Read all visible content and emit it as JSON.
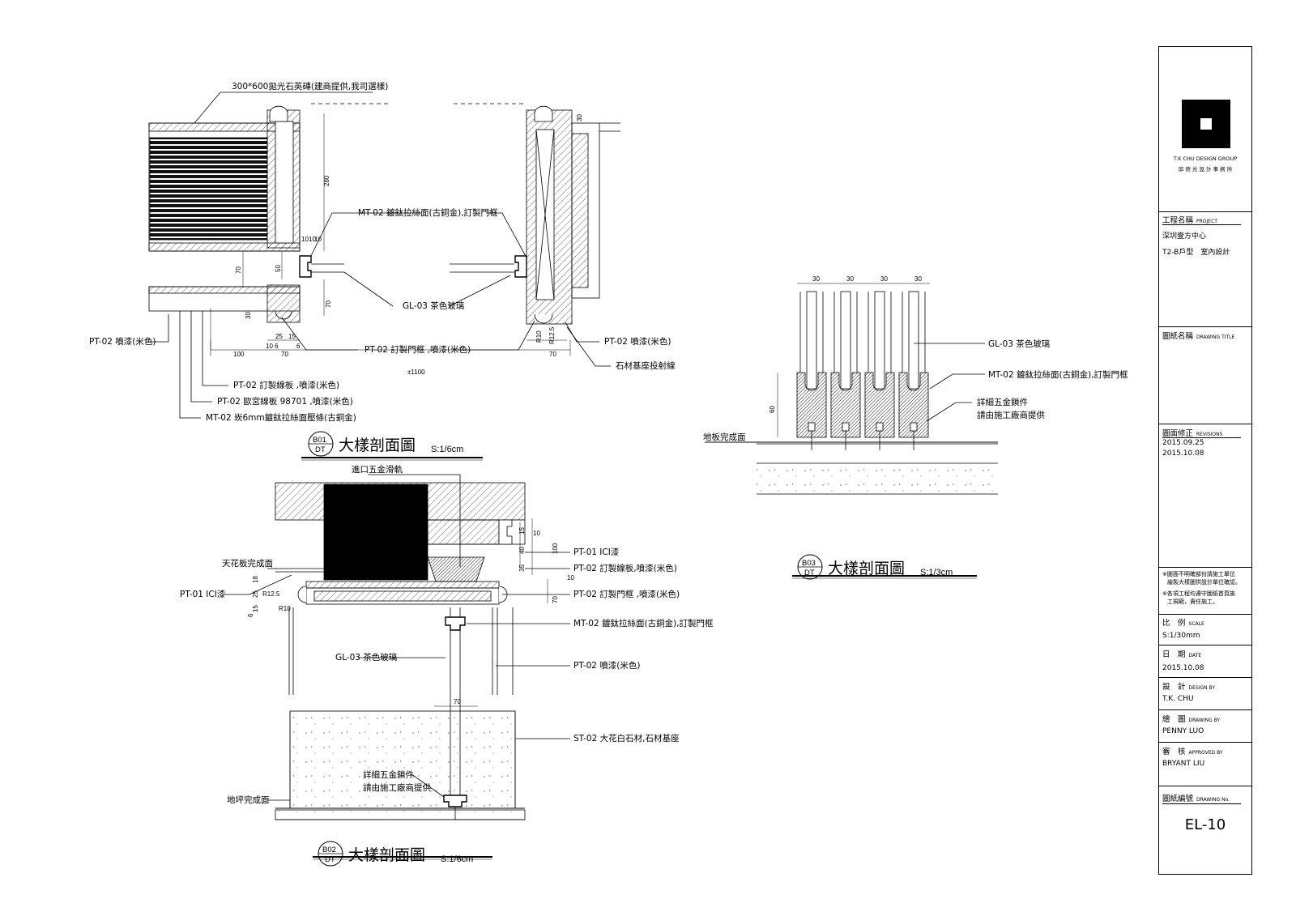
{
  "detail_b01": {
    "tile_note": "300*600拋光石英磚(建商提供,我司選樣)",
    "frame_note": "MT-02 鍍鈦拉絲面(古銅金),訂製門框",
    "glass_note": "GL-03 茶色玻璃",
    "pt02_left": "PT-02 噴漆(米色)",
    "pt02_right": "PT-02 噴漆(米色)",
    "door_frame": "PT-02 訂製門框 ,噴漆(米色)",
    "stone_line": "石材基座投射線",
    "trim1": "PT-02 訂製線板 ,噴漆(米色)",
    "trim2": "PT-02 歐宮線板 98701 ,噴漆(米色)",
    "trim3": "MT-02 崁6mm鍍鈦拉絲面壓條(古銅金)",
    "dims": {
      "d280": "280",
      "d30a": "30",
      "d10": "10",
      "d10b": "10",
      "d10c": "10",
      "d70a": "70",
      "d50": "50",
      "d70b": "70",
      "d30b": "30",
      "d25": "25",
      "d15": "15",
      "d6": "6",
      "d106": "10 6",
      "d70c": "70",
      "d100": "100",
      "d6b": "6",
      "dR10": "R10",
      "dR125": "R12.5",
      "d70d": "70",
      "d1100": "±1100"
    },
    "badge_top": "B01",
    "badge_bot": "DT",
    "title": "大樣剖面圖",
    "scale": "S:1/6cm"
  },
  "detail_b02": {
    "rail_note": "進口五金滑軌",
    "ceiling": "天花板完成面",
    "pt01_left": "PT-01 ICI漆",
    "pt01_right": "PT-01 ICI漆",
    "trim": "PT-02 訂製線板,噴漆(米色)",
    "door_frame": "PT-02 訂製門框 ,噴漆(米色)",
    "frame": "MT-02 鍍鈦拉絲面(古銅金),訂製門框",
    "glass": "GL-03 茶色玻璃",
    "paint": "PT-02 噴漆(米色)",
    "stone": "ST-02 大花白石材,石材基座",
    "hw1": "詳細五金鎖件",
    "hw2": "請由施工廠商提供",
    "floor": "地坪完成面",
    "dims": {
      "d10": "10",
      "d15": "15",
      "d40": "40",
      "d100": "100",
      "d35": "35",
      "d10b": "10",
      "d70": "70",
      "d18": "18",
      "d25": "25",
      "dR125": "R12.5",
      "d6": "6",
      "d15b": "15",
      "dR10": "R10",
      "d70b": "70"
    },
    "badge_top": "B02",
    "badge_bot": "DT",
    "title": "大樣剖面圖",
    "scale": "S:1/6cm"
  },
  "detail_b03": {
    "dims": [
      "30",
      "30",
      "30",
      "30"
    ],
    "d60": "60",
    "glass": "GL-03 茶色玻璃",
    "frame": "MT-02 鍍鈦拉絲面(古銅金),訂製門框",
    "hw1": "詳細五金鎖件",
    "hw2": "請由施工廠商提供",
    "floor": "地板完成面",
    "badge_top": "B03",
    "badge_bot": "DT",
    "title": "大樣剖面圖",
    "scale": "S:1/3cm"
  },
  "title_block": {
    "company_en": "T.K CHU DESIGN GROUP",
    "company_zh": "邱 德 光 設 計 事 務 所",
    "project_label": "工程名稱",
    "project_label_en": "PROJECT",
    "project_name": "深圳壹方中心",
    "project_sub": "T2-B戶型　室內設計",
    "drawing_title_label": "圖紙名稱",
    "drawing_title_label_en": "DRAWING TITLE",
    "revisions_label": "圖面修正",
    "revisions_label_en": "REVISIONS",
    "revisions": [
      "2015.09.25",
      "2015.10.08"
    ],
    "note1": "※圖面不明確部份請施工單位",
    "note1b": "繪製大樣圖供設計單位確認。",
    "note2": "※各項工程均遵守圖紙首頁施",
    "note2b": "工規範，責任施工。",
    "scale_label": "比　例",
    "scale_label_en": "SCALE",
    "scale_value": "S:1/30mm",
    "date_label": "日　期",
    "date_label_en": "DATE",
    "date_value": "2015.10.08",
    "design_label": "設　計",
    "design_label_en": "DESIGN BY",
    "design_value": "T.K. CHU",
    "drawing_label": "繪　圖",
    "drawing_label_en": "DRAWING BY",
    "drawing_value": "PENNY LUO",
    "approved_label": "審　核",
    "approved_label_en": "APPROVED BY",
    "approved_value": "BRYANT LIU",
    "drawing_no_label": "圖紙編號",
    "drawing_no_label_en": "DRAWING No.",
    "drawing_no": "EL-10"
  }
}
